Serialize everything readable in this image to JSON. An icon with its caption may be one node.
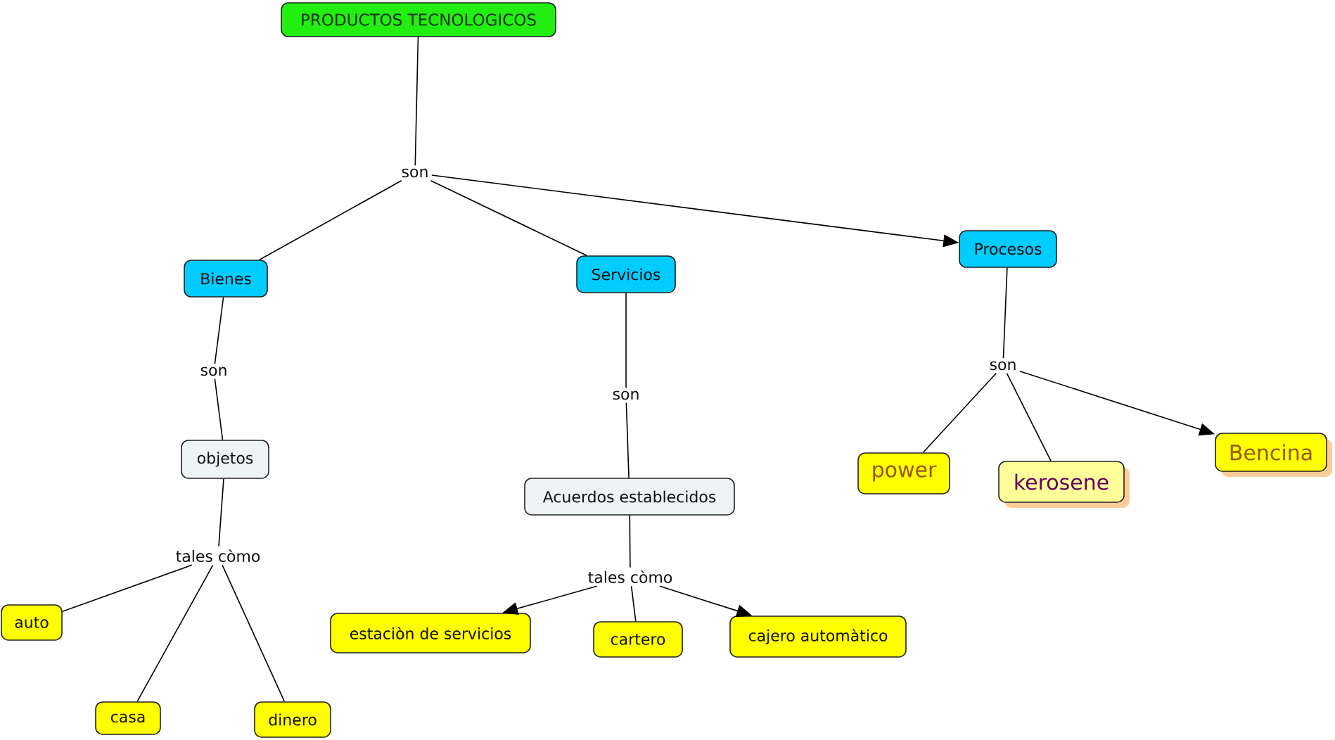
{
  "diagram": {
    "nodes": [
      {
        "text": [
          "PRODUCTOS TECNOLOGICOS"
        ]
      },
      {
        "text": [
          "son"
        ]
      },
      {
        "text": [
          "Bienes"
        ]
      },
      {
        "text": [
          "Servicios"
        ]
      },
      {
        "text": [
          "Procesos"
        ]
      },
      {
        "text": [
          "son"
        ]
      },
      {
        "text": [
          "son"
        ]
      },
      {
        "text": [
          "son"
        ]
      },
      {
        "text": [
          "objetos"
        ]
      },
      {
        "text": [
          "Acuerdos establecidos"
        ]
      },
      {
        "text": [
          "power"
        ]
      },
      {
        "text": [
          "kerosene"
        ]
      },
      {
        "text": [
          "Bencina"
        ]
      },
      {
        "text": [
          "tales còmo"
        ]
      },
      {
        "text": [
          "tales còmo"
        ]
      },
      {
        "text": [
          "auto"
        ]
      },
      {
        "text": [
          "estaciòn de servicios"
        ]
      },
      {
        "text": [
          "cartero"
        ]
      },
      {
        "text": [
          "cajero automàtico"
        ]
      },
      {
        "text": [
          "casa"
        ]
      },
      {
        "text": [
          "dinero"
        ]
      }
    ],
    "edges": [
      {
        "from": 0,
        "to": 1,
        "arrow": "none"
      },
      {
        "from": 1,
        "to": 2,
        "arrow": "none"
      },
      {
        "from": 1,
        "to": 3,
        "arrow": "none"
      },
      {
        "from": 1,
        "to": 4,
        "arrow": "to"
      },
      {
        "from": 2,
        "to": 5,
        "arrow": "none"
      },
      {
        "from": 5,
        "to": 8,
        "arrow": "none"
      },
      {
        "from": 3,
        "to": 6,
        "arrow": "none"
      },
      {
        "from": 6,
        "to": 9,
        "arrow": "none"
      },
      {
        "from": 4,
        "to": 7,
        "arrow": "none"
      },
      {
        "from": 7,
        "to": 10,
        "arrow": "none"
      },
      {
        "from": 7,
        "to": 11,
        "arrow": "none"
      },
      {
        "from": 7,
        "to": 12,
        "arrow": "to"
      },
      {
        "from": 8,
        "to": 13,
        "arrow": "none"
      },
      {
        "from": 13,
        "to": 15,
        "arrow": "none"
      },
      {
        "from": 13,
        "to": 19,
        "arrow": "none"
      },
      {
        "from": 13,
        "to": 20,
        "arrow": "none"
      },
      {
        "from": 9,
        "to": 14,
        "arrow": "none"
      },
      {
        "from": 14,
        "to": 16,
        "arrow": "to"
      },
      {
        "from": 14,
        "to": 17,
        "arrow": "none"
      },
      {
        "from": 14,
        "to": 18,
        "arrow": "to"
      }
    ]
  }
}
